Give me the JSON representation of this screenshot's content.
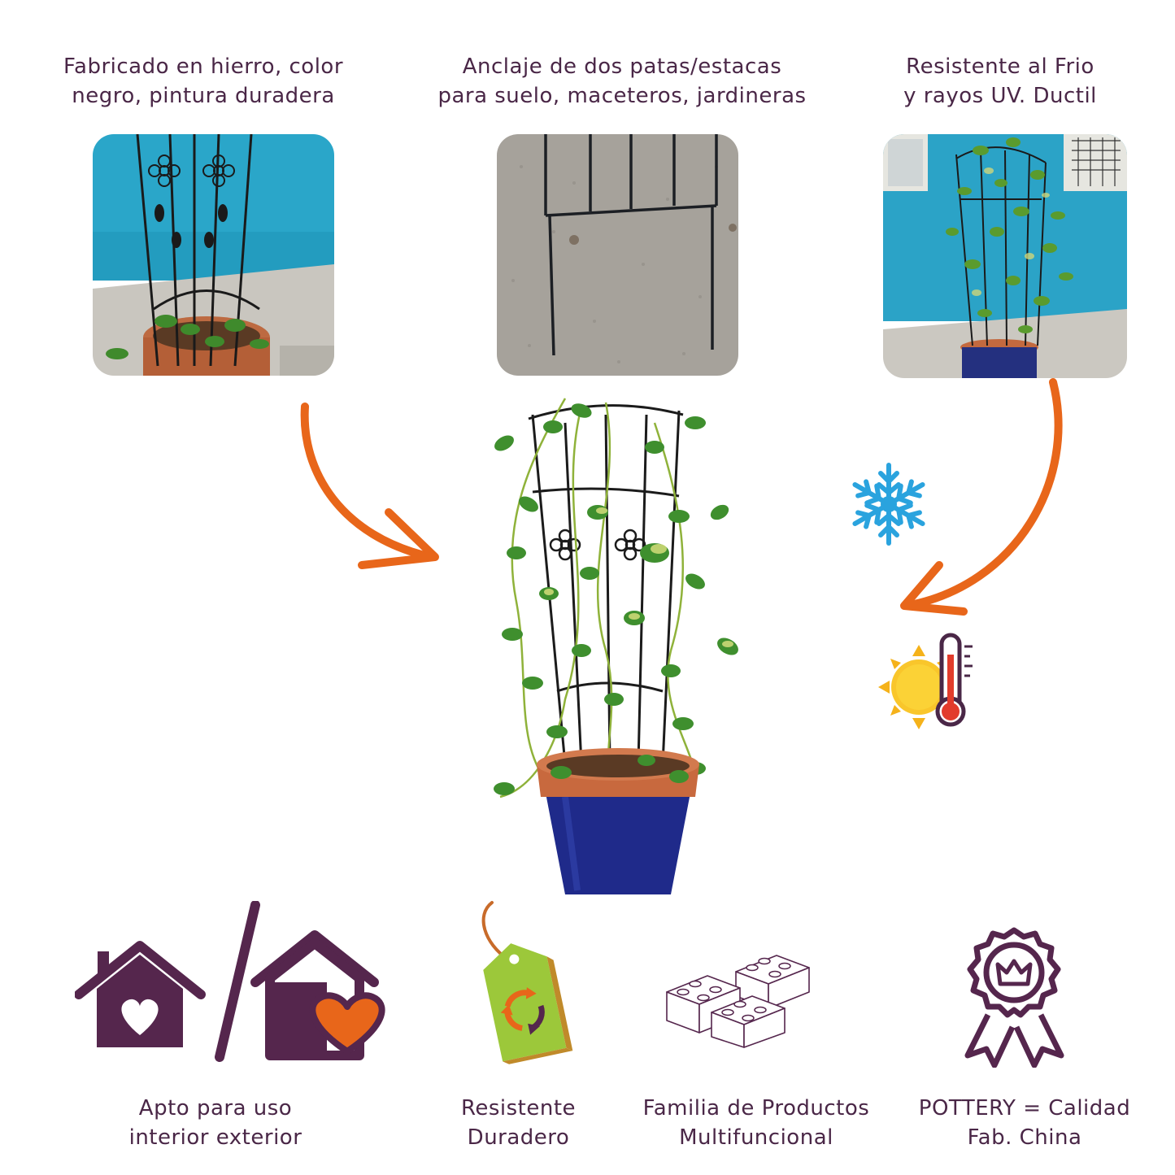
{
  "features_top": [
    {
      "text": "Fabricado en hierro, color\nnegro, pintura duradera"
    },
    {
      "text": "Anclaje de dos patas/estacas\npara suelo, maceteros, jardineras"
    },
    {
      "text": "Resistente al Frio\ny rayos UV. Ductil"
    }
  ],
  "features_bottom": [
    {
      "text": "Apto para uso\ninterior exterior",
      "icon": "indoor-outdoor-house-icon"
    },
    {
      "text": "Resistente\nDuradero",
      "icon": "eco-tag-icon"
    },
    {
      "text": "Familia de Productos\nMultifuncional",
      "icon": "building-blocks-icon"
    },
    {
      "text": "POTTERY = Calidad\nFab. China",
      "icon": "quality-badge-icon"
    }
  ],
  "colors": {
    "text": "#4a2747",
    "accent_arrow": "#e8661a",
    "brand_purple": "#55264d",
    "wall_blue": "#2aa6c9",
    "pot_blue": "#1f2a8a",
    "terracotta": "#c8693e",
    "tag_green": "#9cc83a"
  }
}
